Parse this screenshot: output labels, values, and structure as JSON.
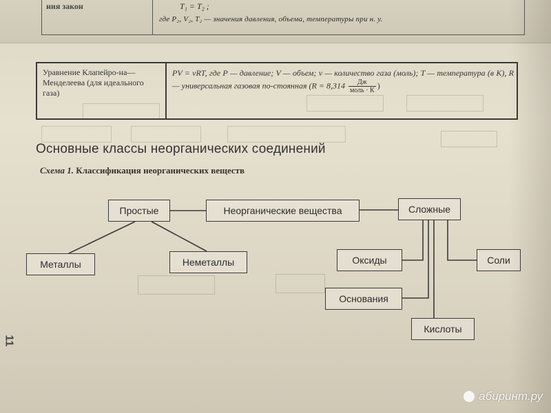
{
  "previous_page": {
    "label": "ния закон",
    "formula": "T₁   =   T₂ ;",
    "text": "где P₂, V₂, T₂ — значения давления, объема, температуры при н. у."
  },
  "gas_table": {
    "left": "Уравнение Клапейро-на—Менделеева (для идеального газа)",
    "right_part1": "PV = νRT, где P — давление; V — объем; ν — количество газа (моль); T — температура (в К), R — универсальная газовая по-стоянная (R = 8,314",
    "frac_num": "Дж",
    "frac_den": "моль · К",
    "right_part2": ")"
  },
  "section_heading": "Основные классы неорганических соединений",
  "scheme_caption": {
    "prefix": "Схема 1.",
    "title": "Классификация неорганических веществ"
  },
  "nodes": {
    "inorganic": "Неорганические вещества",
    "simple": "Простые",
    "complex": "Сложные",
    "metals": "Металлы",
    "nonmetals": "Неметаллы",
    "oxides": "Оксиды",
    "bases": "Основания",
    "acids": "Кислоты",
    "salts": "Соли"
  },
  "page_number": "11",
  "watermark": "абиринт.ру",
  "colors": {
    "ink": "#2c2c2c",
    "paper": "#e3ddcb"
  }
}
